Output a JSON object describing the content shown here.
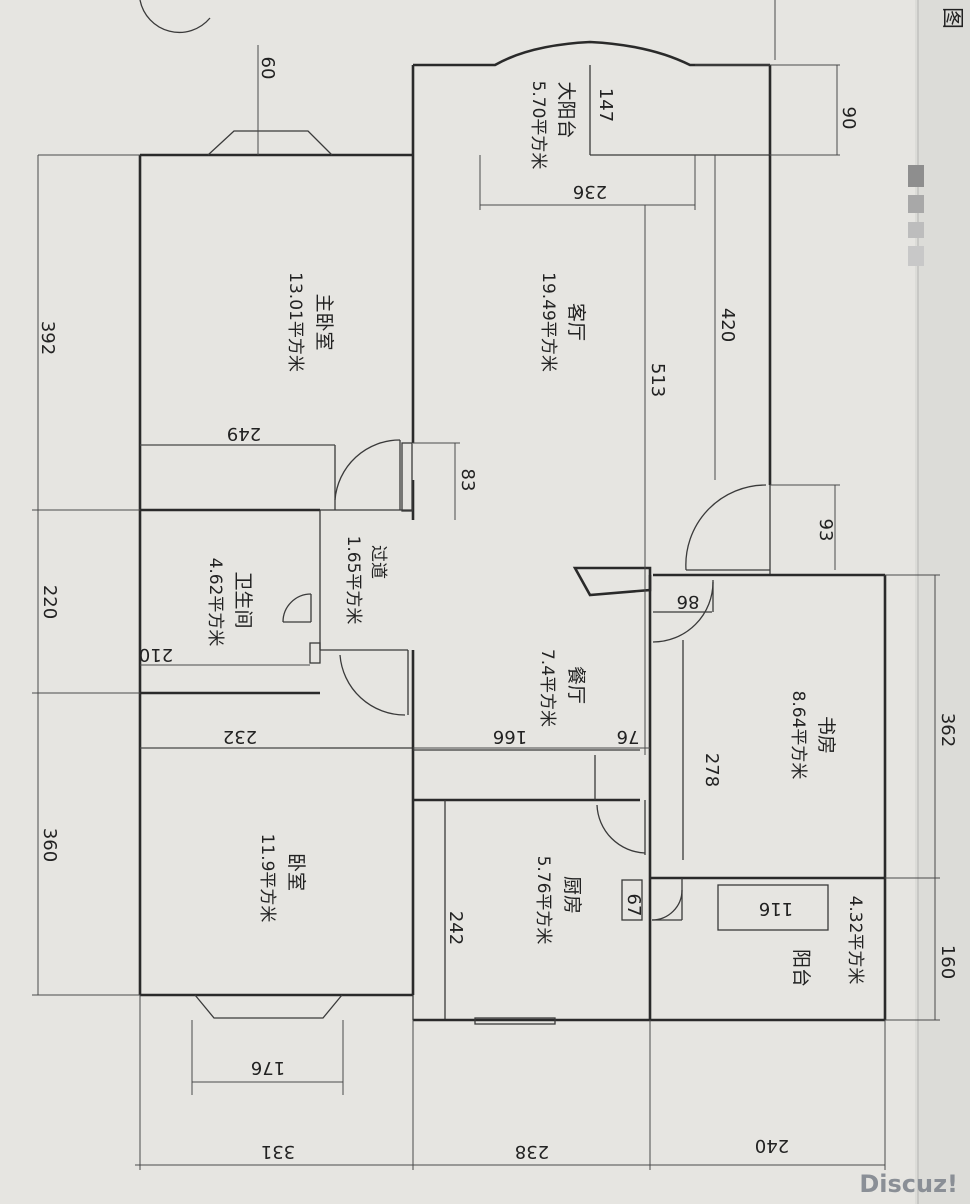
{
  "rooms": {
    "master_bedroom": {
      "name": "主卧室",
      "area": "13.01平方米"
    },
    "living_room": {
      "name": "客厅",
      "area": "19.49平方米"
    },
    "big_balcony": {
      "name": "大阳台",
      "area": "5.70平方米"
    },
    "bathroom": {
      "name": "卫生间",
      "area": "4.62平方米"
    },
    "hallway": {
      "name": "过道",
      "area": "1.65平方米"
    },
    "dining_room": {
      "name": "餐厅",
      "area": "7.4平方米"
    },
    "study": {
      "name": "书房",
      "area": "8.64平方米"
    },
    "bedroom": {
      "name": "卧室",
      "area": "11.9平方米"
    },
    "kitchen": {
      "name": "厨房",
      "area": "5.76平方米"
    },
    "balcony": {
      "name": "阳台",
      "area": "4.32平方米"
    }
  },
  "dimensions": {
    "d60": "60",
    "d147": "147",
    "d90": "90",
    "d236": "236",
    "d392": "392",
    "d420": "420",
    "d513": "513",
    "d249": "249",
    "d83": "83",
    "d93": "93",
    "d220": "220",
    "d86": "86",
    "d210": "210",
    "d232": "232",
    "d166": "166",
    "d76": "76",
    "d278": "278",
    "d362": "362",
    "d360": "360",
    "d67": "67",
    "d116": "116",
    "d242": "242",
    "d160": "160",
    "d176": "176",
    "d331": "331",
    "d238": "238",
    "d240": "240"
  },
  "corner_char": "图",
  "watermark": "Discuz!"
}
